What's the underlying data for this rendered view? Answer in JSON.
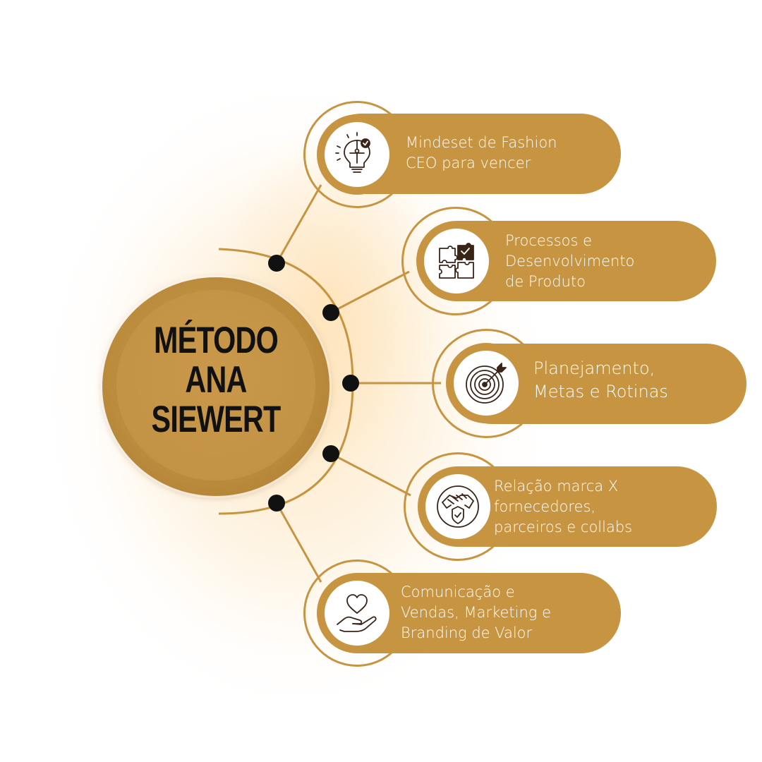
{
  "hub": {
    "title_lines": [
      "MÉTODO",
      "ANA",
      "SIEWERT"
    ]
  },
  "items": [
    {
      "icon": "lightbulb-puzzle-icon",
      "lines": [
        "Mindeset de Fashion",
        "CEO para vencer"
      ]
    },
    {
      "icon": "puzzle-pieces-icon",
      "lines": [
        "Processos e",
        "Desenvolvimento",
        "de Produto"
      ]
    },
    {
      "icon": "target-icon",
      "lines": [
        "Planejamento,",
        "Metas e Rotinas"
      ]
    },
    {
      "icon": "handshake-shield-icon",
      "lines": [
        "Relação marca X",
        "fornecedores,",
        "parceiros e collabs"
      ]
    },
    {
      "icon": "heart-hand-icon",
      "lines": [
        "Comunicação e",
        "Vendas, Marketing e",
        "Branding de Valor"
      ]
    }
  ],
  "colors": {
    "accent": "#c79441",
    "hub": "#c19142",
    "dot": "#111111",
    "text_light": "#ffffff",
    "icon_stroke": "#3a2418"
  }
}
